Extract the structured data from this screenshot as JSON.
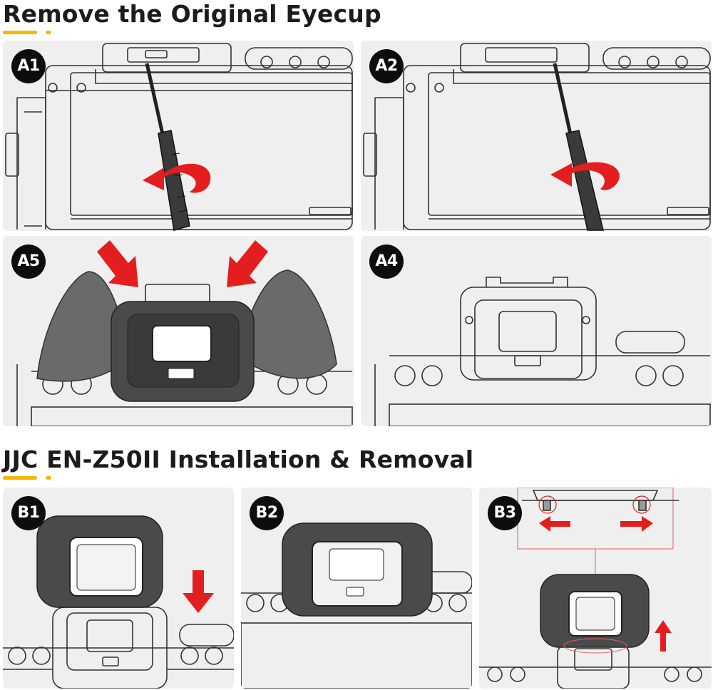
{
  "headings": {
    "section_a": "Remove the Original Eyecup",
    "section_b": "JJC EN-Z50II Installation & Removal"
  },
  "steps": {
    "a1": "A1",
    "a2": "A2",
    "a5": "A5",
    "a4": "A4",
    "b1": "B1",
    "b2": "B2",
    "b3": "B3"
  },
  "colors": {
    "accent": "#f5b800",
    "arrow": "#e41e1e",
    "panel_bg": "#efefef",
    "eyecup": "#4a4a4a",
    "line": "#333333"
  }
}
